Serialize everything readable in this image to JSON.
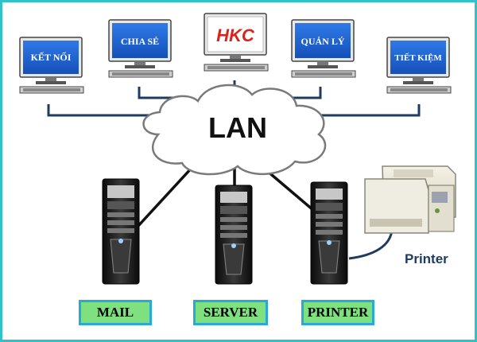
{
  "diagram": {
    "cloud_label": "LAN",
    "monitors": [
      {
        "label": "KẾT NỐI",
        "style": "normal"
      },
      {
        "label": "CHIA SẺ",
        "style": "normal"
      },
      {
        "label": "HKC",
        "style": "brand"
      },
      {
        "label": "QUẢN LÝ",
        "style": "normal"
      },
      {
        "label": "TIẾT KIỆM",
        "style": "normal"
      }
    ],
    "servers": [
      {
        "tag": "MAIL"
      },
      {
        "tag": "SERVER"
      },
      {
        "tag": "PRINTER"
      }
    ],
    "printer_label": "Printer",
    "colors": {
      "frame": "#2fc2c8",
      "screen": "#1e6ad6",
      "brand_text": "#e0201a",
      "tag_fill": "#7ee07e",
      "tag_border": "#2aa8d8",
      "link_line": "#1f3b62",
      "server_line": "#111111"
    }
  }
}
